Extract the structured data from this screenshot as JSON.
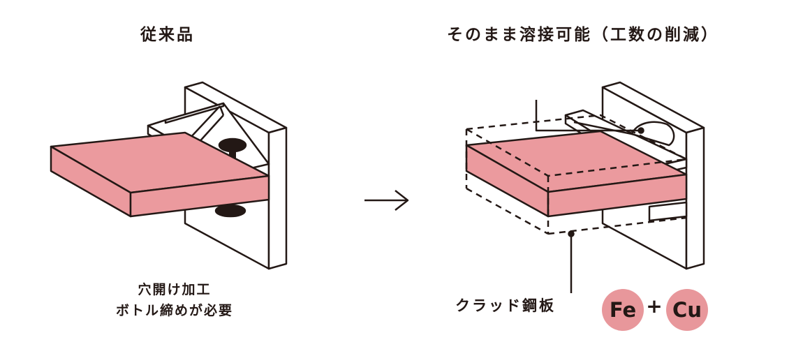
{
  "left_panel": {
    "title": "従来品",
    "note_line1": "穴開け加工",
    "note_line2": "ボトル締めが必要"
  },
  "right_panel": {
    "title": "そのまま溶接可能（工数の削減）",
    "label": "クラッド鋼板",
    "element1": "Fe",
    "plus": "+",
    "element2": "Cu"
  },
  "colors": {
    "plate": "#eb9a9e",
    "circle": "#e8979b",
    "line": "#231815"
  }
}
